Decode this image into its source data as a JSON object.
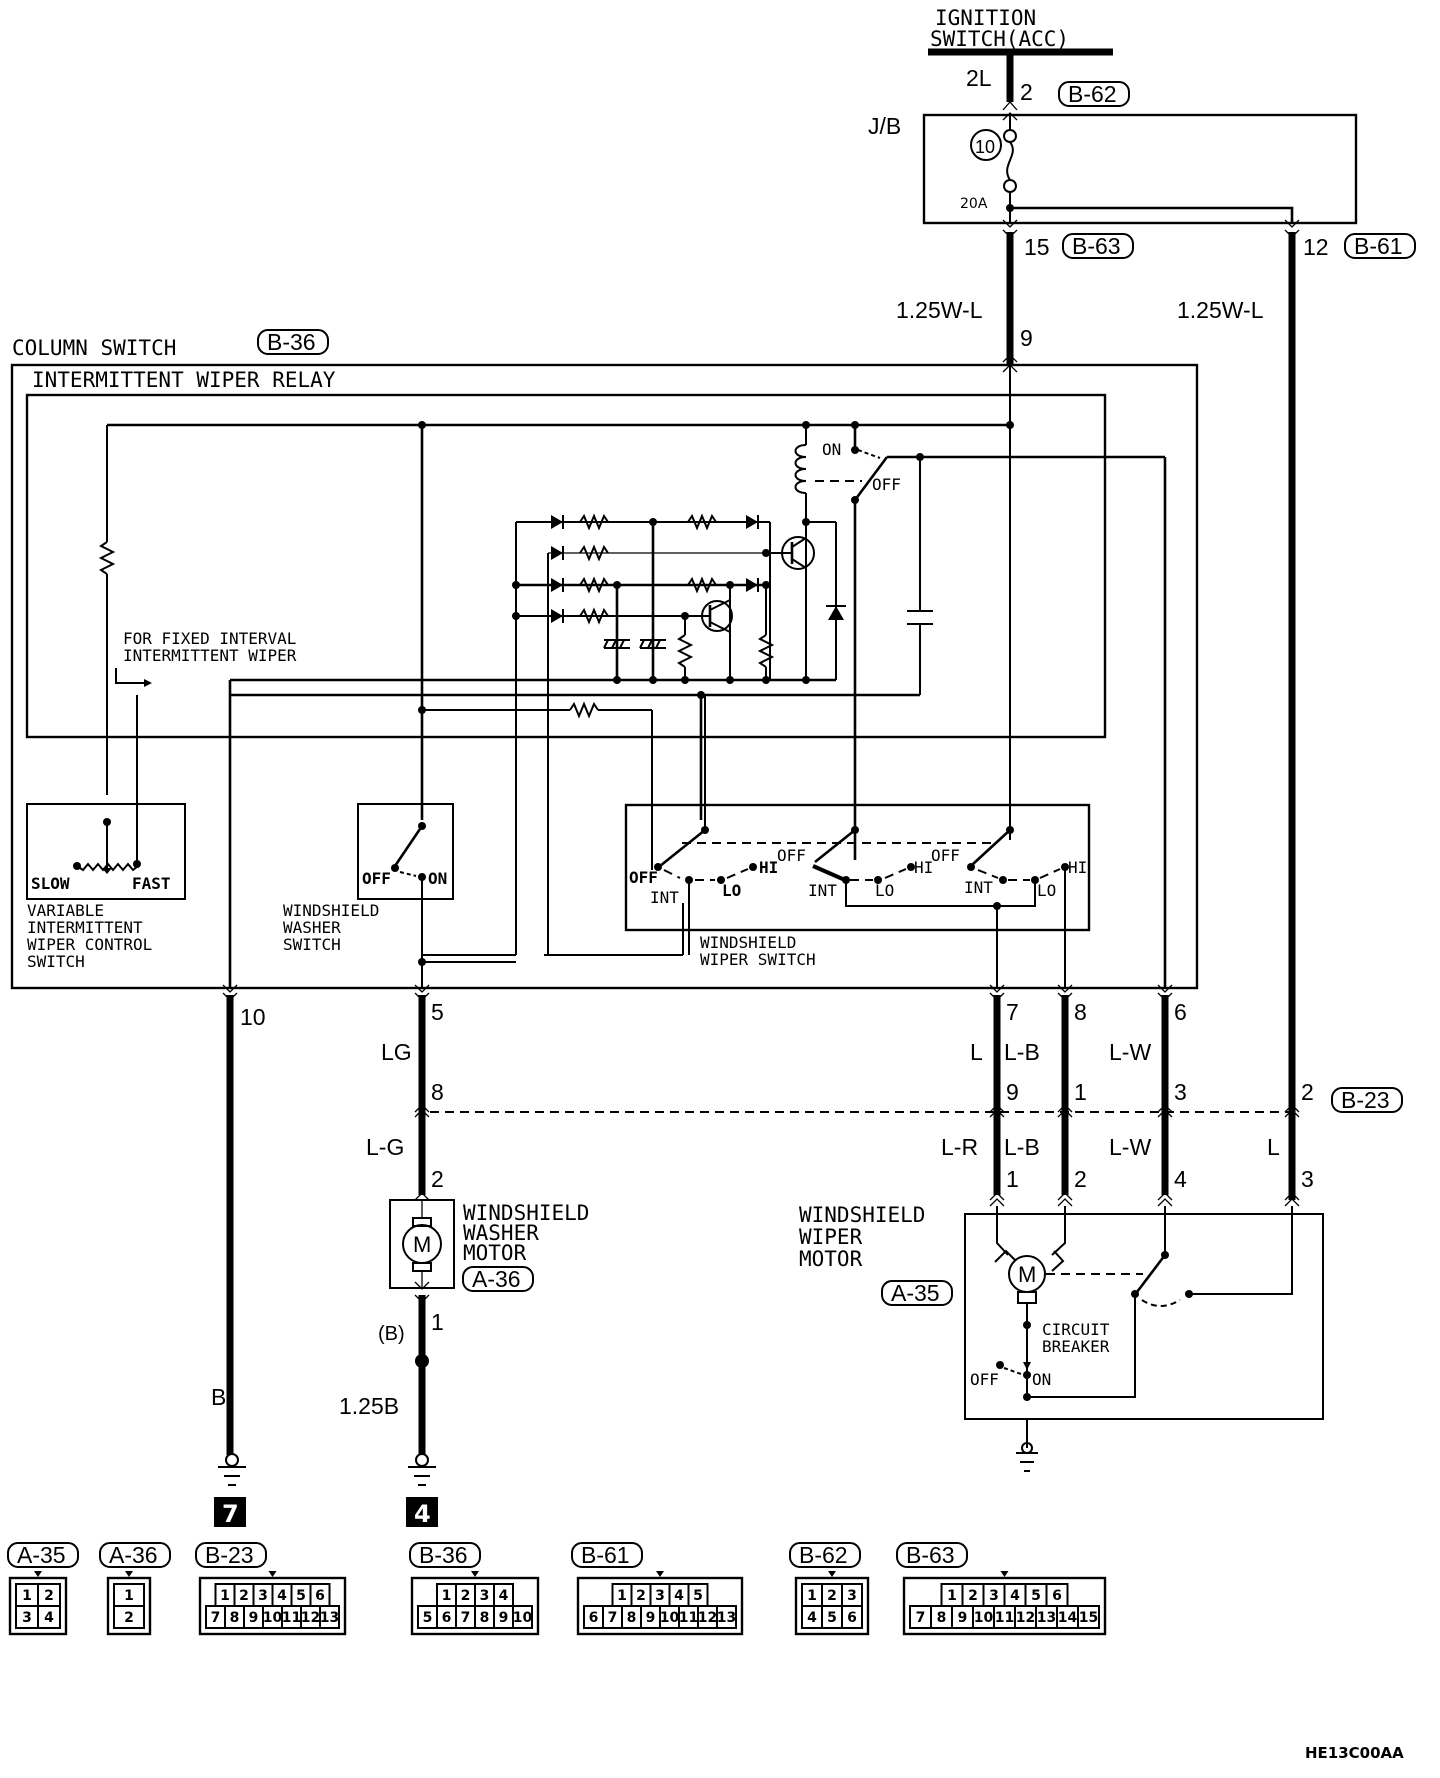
{
  "diagram_id": "HE13C00AA",
  "power_source": {
    "label_line1": "IGNITION",
    "label_line2": "SWITCH(ACC)",
    "wire": "2L",
    "pin": "2",
    "connector": "B-62"
  },
  "junction_block": {
    "label": "J/B",
    "fuse_number": "10",
    "fuse_rating": "20A",
    "out_left": {
      "pin": "15",
      "connector": "B-63",
      "wire": "1.25W-L"
    },
    "out_right": {
      "pin": "12",
      "connector": "B-61",
      "wire": "1.25W-L"
    }
  },
  "column_switch": {
    "label": "COLUMN SWITCH",
    "connector": "B-36",
    "input_pin": "9",
    "relay": {
      "label": "INTERMITTENT WIPER RELAY",
      "contact_on": "ON",
      "contact_off": "OFF",
      "fixed_interval_line1": "FOR FIXED INTERVAL",
      "fixed_interval_line2": "INTERMITTENT WIPER"
    },
    "variable_switch": {
      "label_lines": [
        "VARIABLE",
        "INTERMITTENT",
        "WIPER CONTROL",
        "SWITCH"
      ],
      "slow": "SLOW",
      "fast": "FAST"
    },
    "washer_switch": {
      "label_lines": [
        "WINDSHIELD",
        "WASHER",
        "SWITCH"
      ],
      "off": "OFF",
      "on": "ON"
    },
    "wiper_switch": {
      "label_lines": [
        "WINDSHIELD",
        "WIPER SWITCH"
      ],
      "positions": {
        "off": "OFF",
        "int": "INT",
        "lo": "LO",
        "hi": "HI"
      }
    },
    "output_pins": [
      "10",
      "5",
      "7",
      "8",
      "6"
    ]
  },
  "harness": {
    "pin10_wire": "B",
    "pin5_wire": "LG",
    "pin7_wire": "L",
    "pin8_wire": "L-B",
    "pin6_wire": "L-W",
    "b23": {
      "connector": "B-23",
      "pins_top": [
        "8",
        "9",
        "1",
        "3",
        "2"
      ],
      "wires_below": [
        "L-G",
        "L-R",
        "L-B",
        "L-W",
        "L"
      ]
    }
  },
  "washer_motor": {
    "label_lines": [
      "WINDSHIELD",
      "WASHER",
      "MOTOR"
    ],
    "connector": "A-36",
    "pin_top": "2",
    "pin_bottom": "1",
    "wire_bottom_short": "(B)",
    "wire_bottom": "1.25B",
    "motor_symbol": "M",
    "ground_point": "4"
  },
  "wiper_motor": {
    "label_lines": [
      "WINDSHIELD",
      "WIPER",
      "MOTOR"
    ],
    "connector": "A-35",
    "pins": [
      "1",
      "2",
      "4",
      "3"
    ],
    "motor_symbol": "M",
    "breaker_lines": [
      "CIRCUIT",
      "BREAKER"
    ],
    "off": "OFF",
    "on": "ON"
  },
  "ground_left": {
    "wire": "B",
    "ground_point": "7"
  },
  "connectors": [
    {
      "id": "A-35",
      "rows": [
        [
          "1",
          "2"
        ],
        [
          "3",
          "4"
        ]
      ]
    },
    {
      "id": "A-36",
      "rows": [
        [
          "1"
        ],
        [
          "2"
        ]
      ]
    },
    {
      "id": "B-23",
      "rows": [
        [
          "1",
          "2",
          "3",
          "4",
          "5",
          "6"
        ],
        [
          "7",
          "8",
          "9",
          "10",
          "11",
          "12",
          "13"
        ]
      ]
    },
    {
      "id": "B-36",
      "rows": [
        [
          "1",
          "2",
          "3",
          "4"
        ],
        [
          "5",
          "6",
          "7",
          "8",
          "9",
          "10"
        ]
      ]
    },
    {
      "id": "B-61",
      "rows": [
        [
          "1",
          "2",
          "3",
          "4",
          "5"
        ],
        [
          "6",
          "7",
          "8",
          "9",
          "10",
          "11",
          "12",
          "13"
        ]
      ]
    },
    {
      "id": "B-62",
      "rows": [
        [
          "1",
          "2",
          "3"
        ],
        [
          "4",
          "5",
          "6"
        ]
      ]
    },
    {
      "id": "B-63",
      "rows": [
        [
          "1",
          "2",
          "3",
          "4",
          "5",
          "6"
        ],
        [
          "7",
          "8",
          "9",
          "10",
          "11",
          "12",
          "13",
          "14",
          "15"
        ]
      ]
    }
  ]
}
